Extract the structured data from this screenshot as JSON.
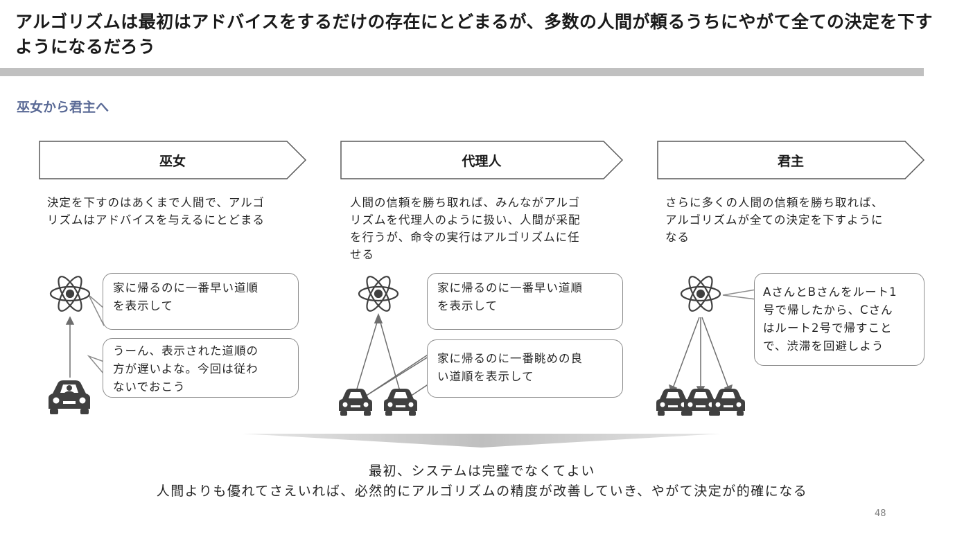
{
  "title": "アルゴリズムは最初はアドバイスをするだけの存在にとどまるが、多数の人間が頼るうちにやがて全ての決定を下すようになるだろう",
  "subtitle": "巫女から君主へ",
  "stages": [
    {
      "label": "巫女",
      "description_lines": [
        "決定を下すのはあくまで人間で、アルゴ",
        "リズムはアドバイスを与えるにとどまる"
      ],
      "bubbles": [
        {
          "lines": [
            "家に帰るのに一番早い道順",
            "を表示して"
          ]
        },
        {
          "lines": [
            "うーん、表示された道順の",
            "方が遅いよな。今回は従わ",
            "ないでおこう"
          ]
        }
      ]
    },
    {
      "label": "代理人",
      "description_lines": [
        "人間の信頼を勝ち取れば、みんながアルゴ",
        "リズムを代理人のように扱い、人間が采配",
        "を行うが、命令の実行はアルゴリズムに任",
        "せる"
      ],
      "bubbles": [
        {
          "lines": [
            "家に帰るのに一番早い道順",
            "を表示して"
          ]
        },
        {
          "lines": [
            "家に帰るのに一番眺めの良",
            "い道順を表示して"
          ]
        }
      ]
    },
    {
      "label": "君主",
      "description_lines": [
        "さらに多くの人間の信頼を勝ち取れば、",
        "アルゴリズムが全ての決定を下すように",
        "なる"
      ],
      "bubbles": [
        {
          "lines": [
            "AさんとBさんをルート1",
            "号で帰したから、Cさん",
            "はルート2号で帰すこと",
            "で、渋滞を回避しよう"
          ]
        }
      ]
    }
  ],
  "conclusion": {
    "line1": "最初、システムは完璧でなくてよい",
    "line2": "人間よりも優れてさえいれば、必然的にアルゴリズムの精度が改善していき、やがて決定が的確になる"
  },
  "page_number": "48",
  "colors": {
    "accent": "#5a6a96",
    "bar": "#c0c0c0",
    "line": "#6e6e6e",
    "car": "#404040"
  }
}
